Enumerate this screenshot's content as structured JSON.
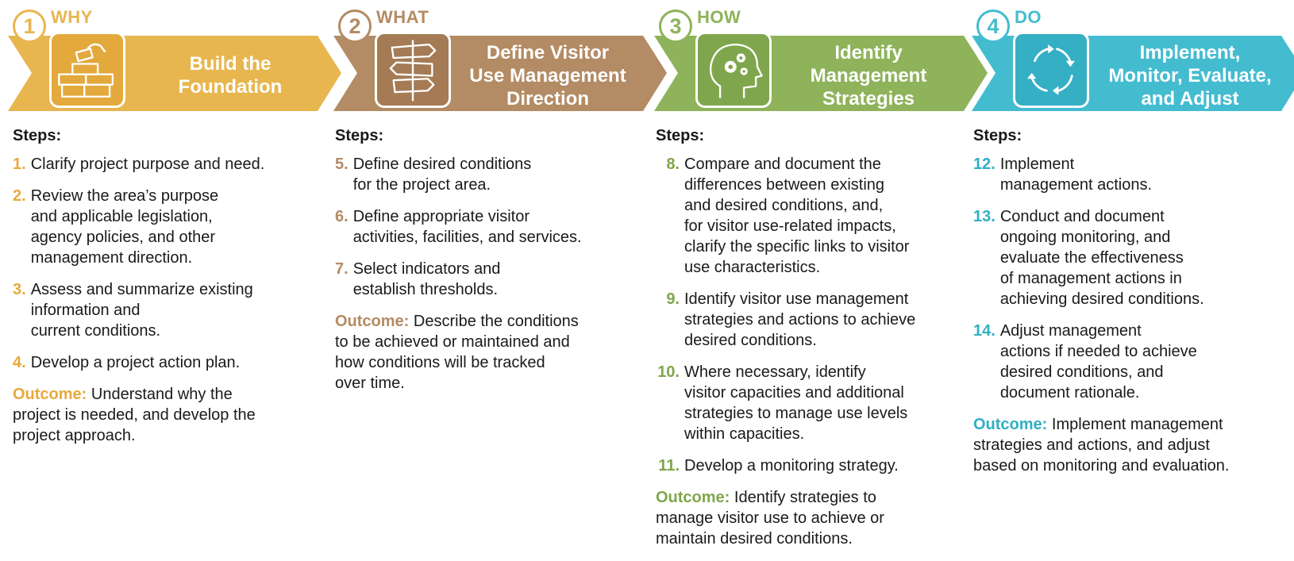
{
  "colors": {
    "why": "#E8B64F",
    "what": "#B38B64",
    "how": "#8EB35A",
    "do": "#44BCD0"
  },
  "phases": [
    {
      "key": "why",
      "number": "1",
      "tag": "WHY",
      "icon": "brick-wall-icon",
      "title_lines": [
        "Build the",
        "Foundation"
      ],
      "steps_label": "Steps:",
      "steps": [
        {
          "num": "1.",
          "lines": [
            "Clarify project purpose and need."
          ]
        },
        {
          "num": "2.",
          "lines": [
            "Review the area’s purpose",
            "and applicable legislation,",
            "agency policies, and other",
            "management direction."
          ]
        },
        {
          "num": "3.",
          "lines": [
            "Assess and summarize existing",
            "information and",
            "current conditions."
          ]
        },
        {
          "num": "4.",
          "lines": [
            "Develop a project action plan."
          ]
        }
      ],
      "outcome_label": "Outcome:",
      "outcome_lines": [
        "Understand why the",
        "project is needed, and develop the",
        "project approach."
      ]
    },
    {
      "key": "what",
      "number": "2",
      "tag": "WHAT",
      "icon": "signpost-icon",
      "title_lines": [
        "Define Visitor",
        "Use Management",
        "Direction"
      ],
      "steps_label": "Steps:",
      "steps": [
        {
          "num": "5.",
          "lines": [
            "Define desired conditions",
            "for the project area."
          ]
        },
        {
          "num": "6.",
          "lines": [
            "Define appropriate visitor",
            "activities, facilities, and services."
          ]
        },
        {
          "num": "7.",
          "lines": [
            "Select indicators and",
            "establish thresholds."
          ]
        }
      ],
      "outcome_label": "Outcome:",
      "outcome_lines": [
        "Describe the conditions",
        "to be achieved or maintained and",
        "how conditions will be tracked",
        "over time."
      ]
    },
    {
      "key": "how",
      "number": "3",
      "tag": "HOW",
      "icon": "head-gears-icon",
      "title_lines": [
        "Identify",
        "Management",
        "Strategies"
      ],
      "steps_label": "Steps:",
      "steps": [
        {
          "num": "8.",
          "lines": [
            "Compare and document the",
            "differences between existing",
            "and desired conditions, and,",
            "for visitor use-related impacts,",
            "clarify the specific links to visitor",
            "use characteristics."
          ]
        },
        {
          "num": "9.",
          "lines": [
            "Identify visitor use management",
            "strategies and actions to achieve",
            "desired conditions."
          ]
        },
        {
          "num": "10.",
          "lines": [
            "Where necessary, identify",
            "visitor capacities and additional",
            "strategies to manage use levels",
            "within capacities."
          ]
        },
        {
          "num": "11.",
          "lines": [
            "Develop a monitoring strategy."
          ]
        }
      ],
      "outcome_label": "Outcome:",
      "outcome_lines": [
        "Identify strategies to",
        "manage visitor use to achieve or",
        "maintain desired conditions."
      ]
    },
    {
      "key": "do",
      "number": "4",
      "tag": "DO",
      "icon": "cycle-arrows-icon",
      "title_lines": [
        "Implement,",
        "Monitor, Evaluate,",
        "and Adjust"
      ],
      "steps_label": "Steps:",
      "steps": [
        {
          "num": "12.",
          "lines": [
            "Implement",
            "management actions."
          ]
        },
        {
          "num": "13.",
          "lines": [
            "Conduct and document",
            "ongoing monitoring, and",
            "evaluate the effectiveness",
            "of management actions in",
            "achieving desired conditions."
          ]
        },
        {
          "num": "14.",
          "lines": [
            "Adjust management",
            "actions if needed to achieve",
            "desired conditions, and",
            "document rationale."
          ]
        }
      ],
      "outcome_label": "Outcome:",
      "outcome_lines": [
        "Implement management",
        "strategies and actions, and adjust",
        "based on monitoring and evaluation."
      ]
    }
  ]
}
